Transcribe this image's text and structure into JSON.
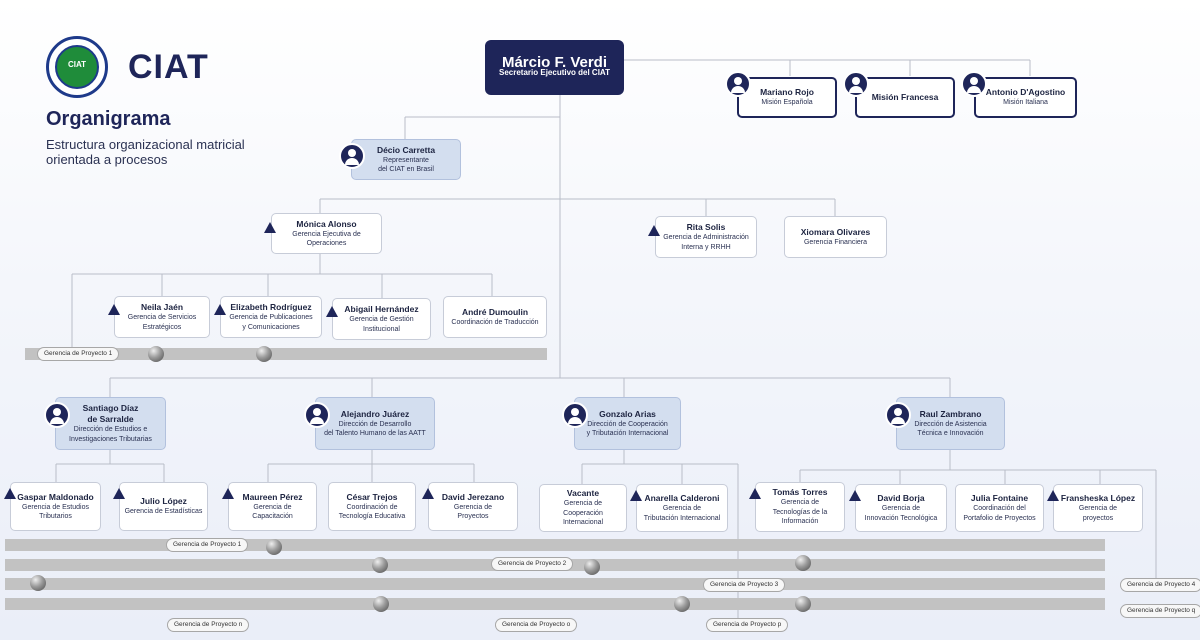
{
  "header": {
    "logo_text": "CIAT",
    "brand": "CIAT",
    "title": "Organigrama",
    "subtitle": "Estructura organizacional matricial orientada a procesos"
  },
  "executive": {
    "name": "Márcio F. Verdi",
    "role": "Secretario Ejecutivo del CIAT"
  },
  "missions": [
    {
      "name": "Mariano Rojo",
      "role": "Misión Española"
    },
    {
      "name": "Misión Francesa",
      "role": ""
    },
    {
      "name": "Antonio D'Agostino",
      "role": "Misión Italiana"
    }
  ],
  "brasil": {
    "name": "Décio Carretta",
    "role": "Representante\ndel CIAT en Brasil"
  },
  "mid": [
    {
      "name": "Mónica Alonso",
      "role": "Gerencia Ejecutiva de\nOperaciones"
    },
    {
      "name": "Rita Solis",
      "role": "Gerencia de Administración\nInterna y RRHH"
    },
    {
      "name": "Xiomara Olivares",
      "role": "Gerencia Financiera"
    }
  ],
  "operations": [
    {
      "name": "Neila Jaén",
      "role": "Gerencia de Servicios\nEstratégicos"
    },
    {
      "name": "Elizabeth Rodríguez",
      "role": "Gerencia de Publicaciones\ny Comunicaciones"
    },
    {
      "name": "Abigail Hernández",
      "role": "Gerencia de Gestión\nInstitucional"
    },
    {
      "name": "André Dumoulin",
      "role": "Coordinación de Traducción"
    }
  ],
  "directors": [
    {
      "name": "Santiago Díaz\nde Sarralde",
      "role": "Dirección de Estudios e\nInvestigaciones Tributarias"
    },
    {
      "name": "Alejandro Juárez",
      "role": "Dirección de Desarrollo\ndel Talento Humano de las AATT"
    },
    {
      "name": "Gonzalo Arias",
      "role": "Dirección de Cooperación\ny Tributación Internacional"
    },
    {
      "name": "Raul Zambrano",
      "role": "Dirección de Asistencia\nTécnica e Innovación"
    }
  ],
  "staff": [
    {
      "name": "Gaspar Maldonado",
      "role": "Gerencia de Estudios\nTributarios"
    },
    {
      "name": "Julio López",
      "role": "Gerencia de Estadísticas"
    },
    {
      "name": "Maureen Pérez",
      "role": "Gerencia de\nCapacitación"
    },
    {
      "name": "César Trejos",
      "role": "Coordinación de\nTecnología Educativa"
    },
    {
      "name": "David Jerezano",
      "role": "Gerencia de\nProyectos"
    },
    {
      "name": "Vacante",
      "role": "Gerencia de\nCooperación Internacional"
    },
    {
      "name": "Anarella Calderoni",
      "role": "Gerencia de\nTributación Internacional"
    },
    {
      "name": "Tomás Torres",
      "role": "Gerencia de\nTecnologías de la\nInformación"
    },
    {
      "name": "David Borja",
      "role": "Gerencia de\nInnovación Tecnológica"
    },
    {
      "name": "Julia Fontaine",
      "role": "Coordinación del\nPortafolio de Proyectos"
    },
    {
      "name": "Fransheska López",
      "role": "Gerencia de\nproyectos"
    }
  ],
  "projects": [
    "Gerencia de Proyecto 1",
    "Gerencia de Proyecto 1",
    "Gerencia de Proyecto 2",
    "Gerencia de Proyecto 3",
    "Gerencia de Proyecto 4",
    "Gerencia de Proyecto q",
    "Gerencia de Proyecto n",
    "Gerencia de Proyecto o",
    "Gerencia de Proyecto p"
  ],
  "colors": {
    "navy": "#1e2559",
    "box_blue": "#d3deef",
    "band": "#c2c2c2"
  }
}
